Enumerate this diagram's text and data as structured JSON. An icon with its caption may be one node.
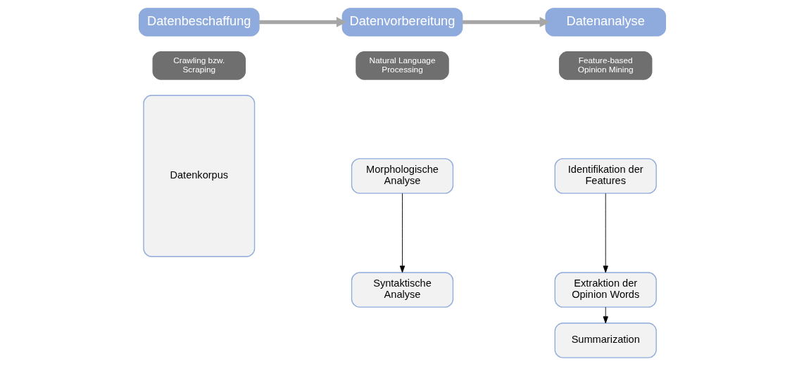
{
  "diagram": {
    "nodes": [
      {
        "text": [
          "Datenbeschaffung"
        ]
      },
      {
        "text": [
          "Crawling bzw. Scraping"
        ]
      },
      {
        "text": [
          "Datenkorpus"
        ]
      },
      {
        "text": [
          "Datenvorbereitung"
        ]
      },
      {
        "text": [
          "Natural Language Processing"
        ]
      },
      {
        "text": [
          "Morphologische Analyse"
        ]
      },
      {
        "text": [
          "Syntaktische Analyse"
        ]
      },
      {
        "text": [
          "Datenanalyse"
        ]
      },
      {
        "text": [
          "Feature-based Opinion Mining"
        ]
      },
      {
        "text": [
          "Identifikation der Features"
        ]
      },
      {
        "text": [
          "Extraktion der Opinion Words"
        ]
      },
      {
        "text": [
          "Summarization"
        ]
      }
    ],
    "edges": [
      {
        "from": 0,
        "to": 3,
        "arrow": "to",
        "style": "thick",
        "color": "#a6a6a6"
      },
      {
        "from": 3,
        "to": 7,
        "arrow": "to",
        "style": "thick",
        "color": "#a6a6a6"
      },
      {
        "from": 5,
        "to": 6,
        "arrow": "to"
      },
      {
        "from": 9,
        "to": 10,
        "arrow": "to"
      },
      {
        "from": 10,
        "to": 11,
        "arrow": "to"
      }
    ]
  }
}
